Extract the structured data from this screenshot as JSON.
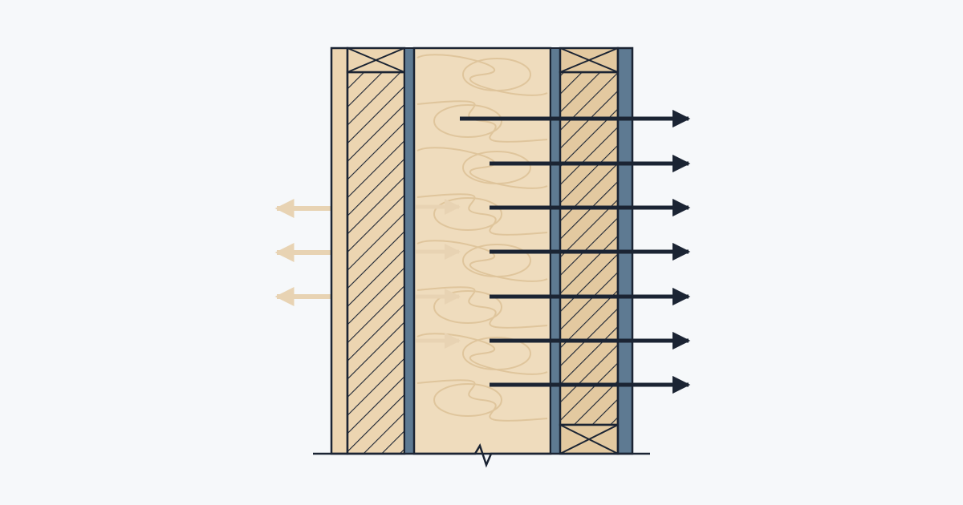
{
  "diagram": {
    "kind": "wall-section-heat-flow",
    "colors": {
      "background": "#f6f8fa",
      "wood": "#ecd5b1",
      "wood_dark": "#e3c9a0",
      "insulation": "#efdcbd",
      "insulation_swirl": "#dfc59c",
      "membrane": "#5e7a92",
      "outline": "#1b2433",
      "hatch": "#1b2433",
      "arrow_strong": "#1b2433",
      "arrow_faint": "#e8d3b3"
    },
    "layers": [
      {
        "name": "interior-board",
        "material": "wood"
      },
      {
        "name": "inner-hatched-panel",
        "material": "hatched-wood"
      },
      {
        "name": "vapor-barrier",
        "material": "membrane"
      },
      {
        "name": "batt-insulation",
        "material": "insulation"
      },
      {
        "name": "sheathing-membrane",
        "material": "membrane"
      },
      {
        "name": "outer-hatched-stud",
        "material": "hatched-wood"
      },
      {
        "name": "exterior-membrane",
        "material": "membrane"
      }
    ],
    "heat_flow": {
      "outward_strong_arrows": 7,
      "faint_left_arrows": 3,
      "faint_inner_arrows": 4
    }
  }
}
